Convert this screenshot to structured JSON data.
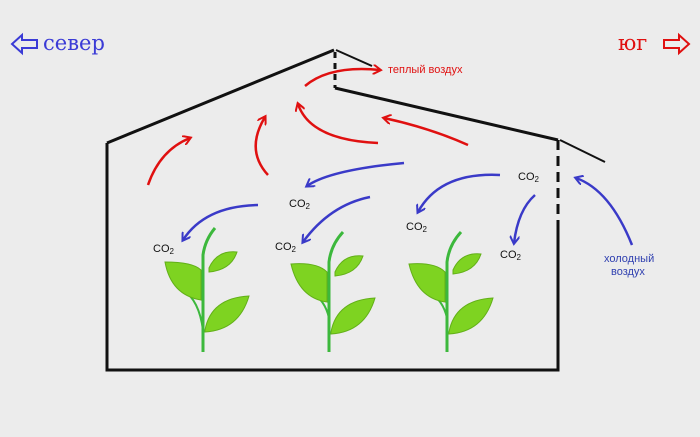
{
  "directions": {
    "north": {
      "label": "север",
      "color": "#3b3bd6"
    },
    "south": {
      "label": "юг",
      "color": "#e01010"
    }
  },
  "notes": {
    "warm_air": "теплый воздух",
    "cold_air_line1": "холодный",
    "cold_air_line2": "воздух"
  },
  "co2": {
    "main": "CO",
    "sub": "2"
  },
  "colors": {
    "warm_arrow": "#e01010",
    "cold_arrow": "#3a3ac8",
    "outline": "#111111",
    "leaf": "#7ed321",
    "stem": "#3cb83c"
  }
}
